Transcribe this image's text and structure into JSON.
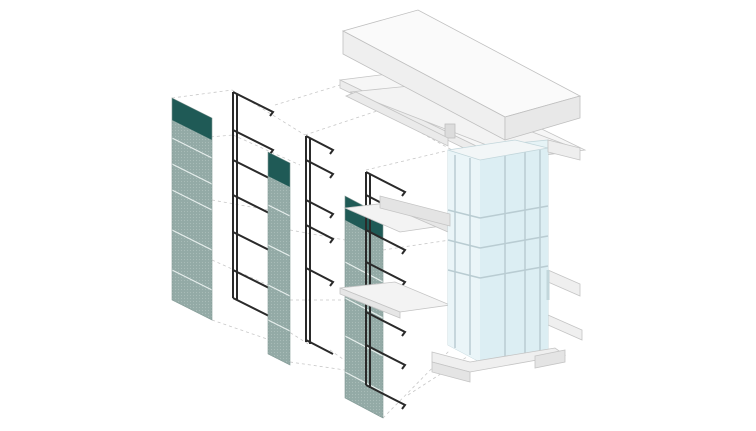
{
  "diagram": {
    "type": "exploded-axonometric",
    "labels": [],
    "colors": {
      "background": "#ffffff",
      "panel_fill": "#93aaa6",
      "panel_top_band": "#1f5a56",
      "panel_joint": "#dfe8e6",
      "glass_tint": "#dff1f5",
      "frame_dark": "#2a2a2a",
      "frame_light": "#cfcfcf",
      "mass_fill": "#f4f4f4",
      "mass_edge": "#bfbfbf",
      "guide_dashed": "#c8c8c8"
    },
    "components": [
      {
        "id": "outer-cladding-panel-left",
        "kind": "perforated cladding panel"
      },
      {
        "id": "support-bracket-frame-left",
        "kind": "steel bracket frame"
      },
      {
        "id": "outer-cladding-panel-middle",
        "kind": "perforated cladding panel"
      },
      {
        "id": "support-bracket-frame-middle",
        "kind": "steel bracket frame"
      },
      {
        "id": "outer-cladding-panel-right",
        "kind": "perforated cladding panel"
      },
      {
        "id": "support-bracket-frame-right",
        "kind": "steel bracket frame"
      },
      {
        "id": "glazed-shaft",
        "kind": "glazed lift / stair shaft"
      },
      {
        "id": "roof-slab",
        "kind": "roof slab"
      },
      {
        "id": "floor-slabs",
        "kind": "floor slab edges"
      },
      {
        "id": "base-plinth",
        "kind": "base plinth"
      }
    ]
  }
}
